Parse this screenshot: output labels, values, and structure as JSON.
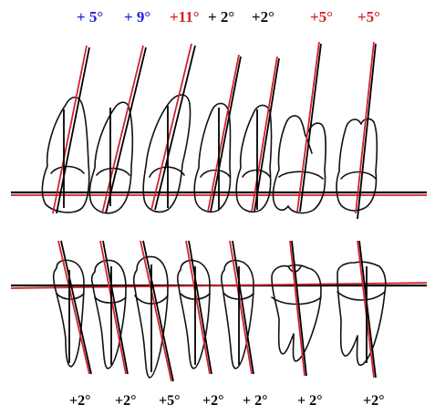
{
  "top_labels": [
    {
      "text": "+ 5°",
      "color": "#1f1fd6"
    },
    {
      "text": "+ 9°",
      "color": "#1f1fd6"
    },
    {
      "text": "+11°",
      "color": "#d2232a"
    },
    {
      "text": "+ 2°",
      "color": "#111111"
    },
    {
      "text": "+2°",
      "color": "#111111"
    },
    {
      "text": "+5°",
      "color": "#d2232a"
    },
    {
      "text": "+5°",
      "color": "#d2232a"
    }
  ],
  "bottom_labels": [
    {
      "text": "+2°"
    },
    {
      "text": "+2°"
    },
    {
      "text": "+5°"
    },
    {
      "text": "+2°"
    },
    {
      "text": "+ 2°"
    },
    {
      "text": "+ 2°"
    },
    {
      "text": "+2°"
    }
  ],
  "colors": {
    "positive_blue": "#1f1fd6",
    "positive_red": "#d2232a",
    "neutral_black": "#111111",
    "axis_red": "#d2232a"
  }
}
